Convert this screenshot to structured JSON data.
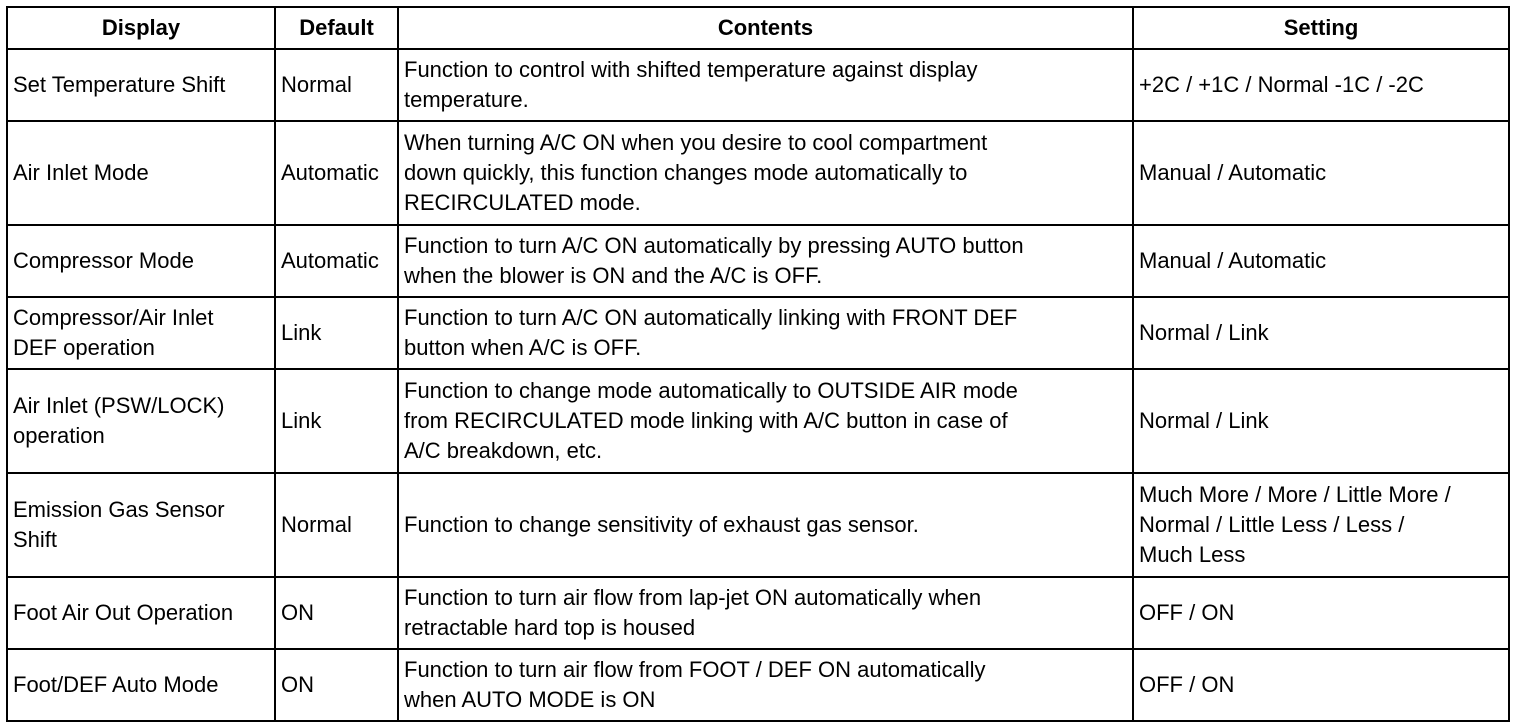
{
  "table": {
    "headers": {
      "display": "Display",
      "default": "Default",
      "contents": "Contents",
      "setting": "Setting"
    },
    "rows": [
      {
        "display": "Set Temperature Shift",
        "default": "Normal",
        "contents": "Function to control with shifted temperature against display\ntemperature.",
        "setting": "+2C / +1C / Normal -1C / -2C"
      },
      {
        "display": "Air Inlet Mode",
        "default": "Automatic",
        "contents": "When turning A/C ON when you desire to cool compartment\ndown quickly, this function changes mode automatically to\nRECIRCULATED mode.",
        "setting": "Manual / Automatic"
      },
      {
        "display": "Compressor Mode",
        "default": "Automatic",
        "contents": "Function to turn A/C ON automatically by pressing AUTO button\nwhen the blower is ON and the A/C is OFF.",
        "setting": "Manual / Automatic"
      },
      {
        "display": "Compressor/Air Inlet\nDEF operation",
        "default": "Link",
        "contents": "Function to turn A/C ON automatically linking with FRONT DEF\nbutton when A/C is OFF.",
        "setting": "Normal / Link"
      },
      {
        "display": "Air Inlet (PSW/LOCK)\noperation",
        "default": "Link",
        "contents": "Function to change mode automatically to OUTSIDE AIR mode\nfrom RECIRCULATED mode linking with A/C button in case of\nA/C breakdown, etc.",
        "setting": "Normal / Link"
      },
      {
        "display": "Emission Gas Sensor\nShift",
        "default": "Normal",
        "contents": "Function to change sensitivity of exhaust gas sensor.",
        "setting": "Much More / More / Little More /\nNormal / Little Less / Less /\nMuch Less"
      },
      {
        "display": "Foot Air Out Operation",
        "default": "ON",
        "contents": "Function to turn air flow from lap-jet ON automatically when\nretractable hard top is housed",
        "setting": "OFF / ON"
      },
      {
        "display": "Foot/DEF Auto Mode",
        "default": "ON",
        "contents": "Function to turn air flow from FOOT / DEF ON automatically\nwhen AUTO MODE is ON",
        "setting": "OFF / ON"
      }
    ]
  }
}
